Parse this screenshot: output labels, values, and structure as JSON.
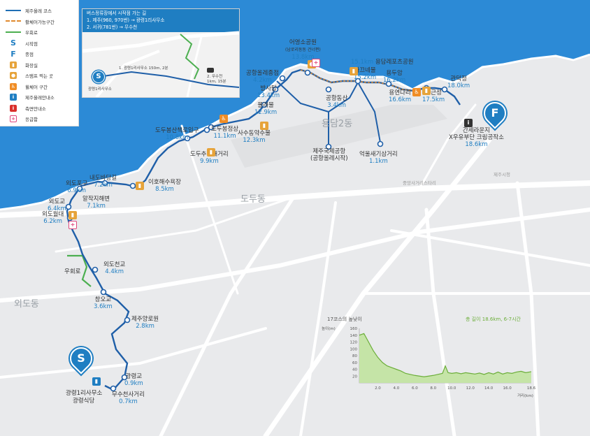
{
  "legend": {
    "items": [
      {
        "label": "제주올레 코스",
        "type": "line",
        "color": "#1f6fb5"
      },
      {
        "label": "활체어가능구간",
        "type": "dash",
        "color": "#e08a2e"
      },
      {
        "label": "우회로",
        "type": "line",
        "color": "#4caf50"
      },
      {
        "label": "시작점",
        "type": "letter",
        "symbol": "S"
      },
      {
        "label": "종점",
        "type": "letter",
        "symbol": "F"
      },
      {
        "label": "화장실",
        "type": "icon",
        "symbol": "toilet-icon",
        "color": "#e6a33a"
      },
      {
        "label": "스탬프 찍는 곳",
        "type": "icon",
        "symbol": "stamp-icon",
        "color": "#e6a33a"
      },
      {
        "label": "휠체어 구간",
        "type": "icon",
        "symbol": "wheelchair-icon",
        "color": "#f08d25"
      },
      {
        "label": "제주올레안내소",
        "type": "icon",
        "symbol": "info-icon",
        "color": "#1f7ec2"
      },
      {
        "label": "측면안내소",
        "type": "icon",
        "symbol": "info-icon",
        "color": "#d9302c"
      },
      {
        "label": "응급함",
        "type": "icon",
        "symbol": "first-aid-icon",
        "color": "#e0457b"
      }
    ]
  },
  "inset": {
    "title": "버스정류장에서 시작점 가는 길",
    "line1": "1. 제주(960, 970번) → 광령1리사무소",
    "line2": "2. 서귀(781번) → 무수천",
    "label_a": "1. 광령1리사무소 150m, 2분",
    "label_b": "2. 무수천",
    "label_b2": "1km, 15분",
    "label_c": "광령1리사무소"
  },
  "areas": {
    "yongdam": "용담2동",
    "dodu": "도두동",
    "oedo": "외도동",
    "jejusi": "제주시청",
    "jungang": "중앙사거리스타리"
  },
  "points": [
    {
      "name": "어영소공원",
      "sub": "(남로리동동 건너편)",
      "km": "13.8km"
    },
    {
      "name": "용담레포츠공원",
      "km": "15.1km"
    },
    {
      "name": "다끄네물",
      "km": "15.2km"
    },
    {
      "name": "용두암",
      "km": "16.2km"
    },
    {
      "name": "용연다리",
      "km": "16.6km"
    },
    {
      "name": "무근성",
      "km": "17.5km"
    },
    {
      "name": "관덕정",
      "km": "18.0km"
    },
    {
      "name": "간세라운지",
      "sub": "X우유부단 크림공작소",
      "km": "18.6km"
    },
    {
      "name": "공항올레종점",
      "km": "4.2km"
    },
    {
      "name": "방사탑",
      "km": "13.4km"
    },
    {
      "name": "몰래물",
      "km": "12.9km"
    },
    {
      "name": "공항동산",
      "km": "3.4km"
    },
    {
      "name": "제주국제공항",
      "sub": "(공항올레시작)"
    },
    {
      "name": "억울새기삼거리",
      "km": "1.1km"
    },
    {
      "name": "도두봉정상",
      "km": "11.1km"
    },
    {
      "name": "사수동약수물",
      "km": "12.3km"
    },
    {
      "name": "도두봉산책로입구",
      "km": "10.8km"
    },
    {
      "name": "도두추억애거리",
      "km": "9.9km"
    },
    {
      "name": "이호해수욕장",
      "km": "8.5km"
    },
    {
      "name": "내도바당길",
      "km": "7.2km"
    },
    {
      "name": "외도포구",
      "km": "6.9km"
    },
    {
      "name": "알작지해변",
      "km": "7.1km"
    },
    {
      "name": "외도교",
      "km": "6.4km"
    },
    {
      "name": "외도월대",
      "km": "6.2km"
    },
    {
      "name": "우회로"
    },
    {
      "name": "외도천교",
      "km": "4.4km"
    },
    {
      "name": "창오교",
      "km": "3.6km"
    },
    {
      "name": "제주양로원",
      "km": "2.8km"
    },
    {
      "name": "광령교",
      "km": "0.9km"
    },
    {
      "name": "무수천사거리",
      "km": "0.7km"
    },
    {
      "name": "광령1리사무소"
    },
    {
      "name": "광령식당"
    }
  ],
  "markers": {
    "start": "S",
    "finish": "F"
  },
  "elevation": {
    "title": "17코스의 높낮이",
    "summary": "총 길이 18.6km, 6-7시간",
    "ylabel": "높이(m)",
    "xlabel": "거리(km)",
    "yticks": [
      "160",
      "140",
      "120",
      "100",
      "80",
      "60",
      "40",
      "20"
    ],
    "xticks": [
      "2.0",
      "4.0",
      "6.0",
      "8.0",
      "10.0",
      "12.0",
      "14.0",
      "16.0",
      "18.6"
    ],
    "distance_km": [
      0,
      0.5,
      1,
      1.5,
      2,
      2.5,
      3,
      3.5,
      4,
      4.5,
      5,
      5.5,
      6,
      6.5,
      7,
      7.5,
      8,
      8.5,
      9,
      9.3,
      9.6,
      10,
      10.5,
      11,
      11.5,
      12,
      12.5,
      13,
      13.5,
      14,
      14.5,
      15,
      15.5,
      16,
      16.5,
      17,
      17.5,
      18,
      18.6
    ],
    "elevation_m": [
      140,
      145,
      120,
      95,
      75,
      60,
      50,
      45,
      40,
      35,
      28,
      25,
      22,
      20,
      18,
      20,
      22,
      25,
      28,
      50,
      30,
      28,
      30,
      27,
      30,
      28,
      26,
      29,
      25,
      30,
      26,
      32,
      26,
      30,
      28,
      32,
      34,
      30,
      33
    ],
    "ymax": 160,
    "xmax": 18.6,
    "fill_color": "#c5e4a7",
    "line_color": "#6cae3a"
  }
}
